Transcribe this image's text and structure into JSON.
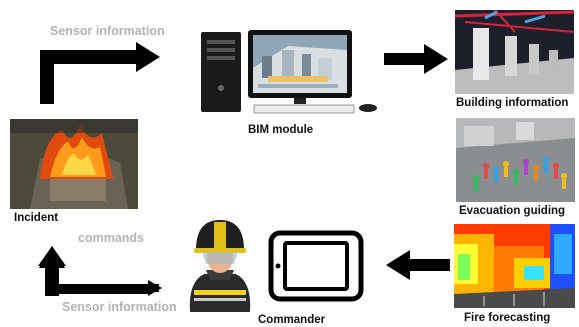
{
  "labels": {
    "sensor_information_top": "Sensor information",
    "bim_module": "BIM module",
    "building_information": "Building information",
    "evacuation_guiding": "Evacuation guiding",
    "fire_forecasting": "Fire forecasting",
    "incident": "Incident",
    "commands": "commands",
    "sensor_information_bottom": "Sensor information",
    "commander": "Commander"
  },
  "colors": {
    "arrow": "#000000",
    "muted_text": "#b3b3b3",
    "label_text": "#111111"
  },
  "icons": {
    "computer": "desktop-computer-icon",
    "tablet": "tablet-icon",
    "commander": "firefighter-icon"
  }
}
